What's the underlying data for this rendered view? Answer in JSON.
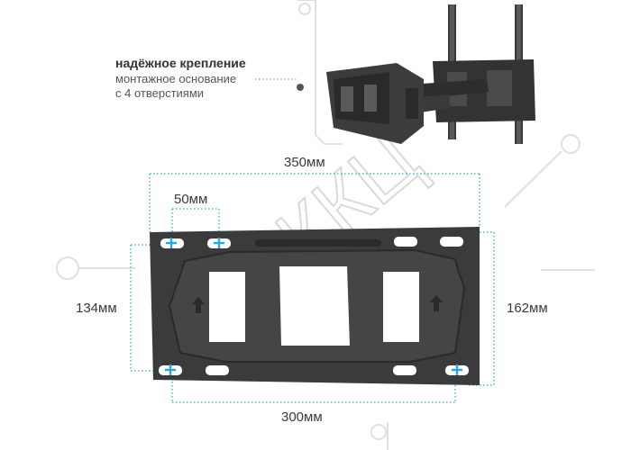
{
  "description": {
    "title": "надёжное крепление",
    "line1": "монтажное основание",
    "line2": "с 4 отверстиями"
  },
  "watermark": {
    "text": "ККЦ",
    "color": "#d9d9d9"
  },
  "dimensions": {
    "top_width": "350мм",
    "hole_spacing": "50мм",
    "left_height": "134мм",
    "right_height": "162мм",
    "bottom_width": "300мм"
  },
  "colors": {
    "plate": "#3b3b3d",
    "plate_dark": "#2b2b2d",
    "dim_line": "#2aa6b8",
    "cross_marker": "#2aa6e0",
    "text": "#3a3a3a"
  },
  "icons": [
    "mount-photo",
    "cross-marker-icon",
    "arrow-up-icon"
  ]
}
